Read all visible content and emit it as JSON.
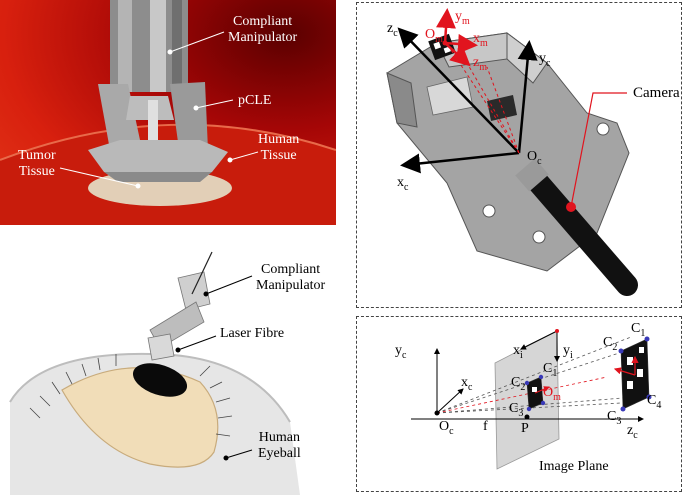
{
  "top_left": {
    "compliant_manipulator_line1": "Compliant",
    "compliant_manipulator_line2": "Manipulator",
    "pcle": "pCLE",
    "human_tissue_line1": "Human",
    "human_tissue_line2": "Tissue",
    "tumor_tissue_line1": "Tumor",
    "tumor_tissue_line2": "Tissue"
  },
  "bottom_left": {
    "compliant_manipulator_line1": "Compliant",
    "compliant_manipulator_line2": "Manipulator",
    "laser_fibre": "Laser Fibre",
    "human_eyeball_line1": "Human",
    "human_eyeball_line2": "Eyeball"
  },
  "top_right": {
    "camera": "Camera",
    "zc": "z",
    "zc_sub": "c",
    "yc": "y",
    "yc_sub": "c",
    "xc": "x",
    "xc_sub": "c",
    "oc": "O",
    "oc_sub": "c",
    "ym": "y",
    "ym_sub": "m",
    "xm": "x",
    "xm_sub": "m",
    "zm": "z",
    "zm_sub": "m",
    "om": "O",
    "om_sub": "m"
  },
  "bottom_right": {
    "image_plane": "Image Plane",
    "yc": "y",
    "yc_sub": "c",
    "xc": "x",
    "xc_sub": "c",
    "oc": "O",
    "oc_sub": "c",
    "zc": "z",
    "zc_sub": "c",
    "f": "f",
    "p": "P",
    "xi": "x",
    "xi_sub": "i",
    "yi": "y",
    "yi_sub": "i",
    "c1": "C",
    "c1_sub": "1",
    "c2": "C",
    "c2_sub": "2",
    "c3": "C",
    "c3_sub": "3",
    "c4": "C",
    "c4_sub": "4",
    "om": "O",
    "om_sub": "m"
  },
  "colors": {
    "accent_red": "#e1141e",
    "tissue_red": "#d8200e",
    "skin": "#f1ddb8"
  }
}
